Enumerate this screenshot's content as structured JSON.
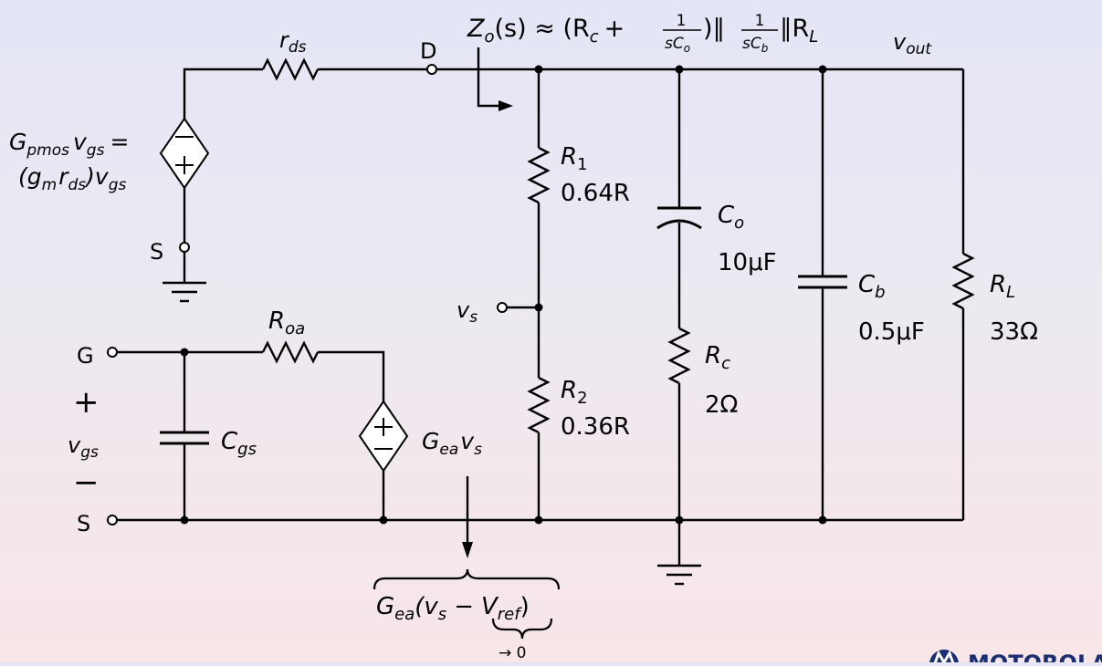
{
  "terminals": {
    "drain": "D",
    "source_top": "S",
    "gate": "G",
    "source_bottom": "S",
    "vs_node": "v",
    "vs_sub": "s"
  },
  "output_label": {
    "v": "v",
    "sub": "out"
  },
  "impedance": {
    "lhs": "Z",
    "lhs_sub": "o",
    "arg": "(s) ≈ (R",
    "rc_sub": "c",
    "plus": "+",
    "frac1_num": "1",
    "frac1_den": "sC",
    "frac1_den_sub": "o",
    "par1": ")∥",
    "frac2_num": "1",
    "frac2_den": "sC",
    "frac2_den_sub": "b",
    "par2": "∥R",
    "rl_sub": "L"
  },
  "components": {
    "rds": {
      "sym": "r",
      "sub": "ds"
    },
    "r1": {
      "sym": "R",
      "sub": "1",
      "value": "0.64R"
    },
    "r2": {
      "sym": "R",
      "sub": "2",
      "value": "0.36R"
    },
    "co": {
      "sym": "C",
      "sub": "o",
      "value": "10μF"
    },
    "rc": {
      "sym": "R",
      "sub": "c",
      "value": "2Ω"
    },
    "cb": {
      "sym": "C",
      "sub": "b",
      "value": "0.5μF"
    },
    "rl": {
      "sym": "R",
      "sub": "L",
      "value": "33Ω"
    },
    "roa": {
      "sym": "R",
      "sub": "oa"
    },
    "cgs": {
      "sym": "C",
      "sub": "gs"
    }
  },
  "sources": {
    "pmos_line1": {
      "g": "G",
      "g_sub": "pmos",
      "v": "v",
      "v_sub": "gs",
      "eq": "="
    },
    "pmos_line2": {
      "open": "(g",
      "gm_sub": "m",
      "r": "r",
      "r_sub": "ds",
      "close": ")v",
      "v_sub": "gs"
    },
    "ea": {
      "g": "G",
      "g_sub": "ea",
      "v": "v",
      "v_sub": "s"
    }
  },
  "vgs_label": {
    "plus": "+",
    "v": "v",
    "sub": "gs",
    "minus": "−"
  },
  "ea_output": {
    "g": "G",
    "g_sub": "ea",
    "open": "(v",
    "v_sub": "s",
    "minus": "−",
    "vref": "V",
    "vref_sub": "ref",
    "close": ")",
    "limit": "→ 0"
  },
  "logo": {
    "text": "MOTOROLA"
  }
}
